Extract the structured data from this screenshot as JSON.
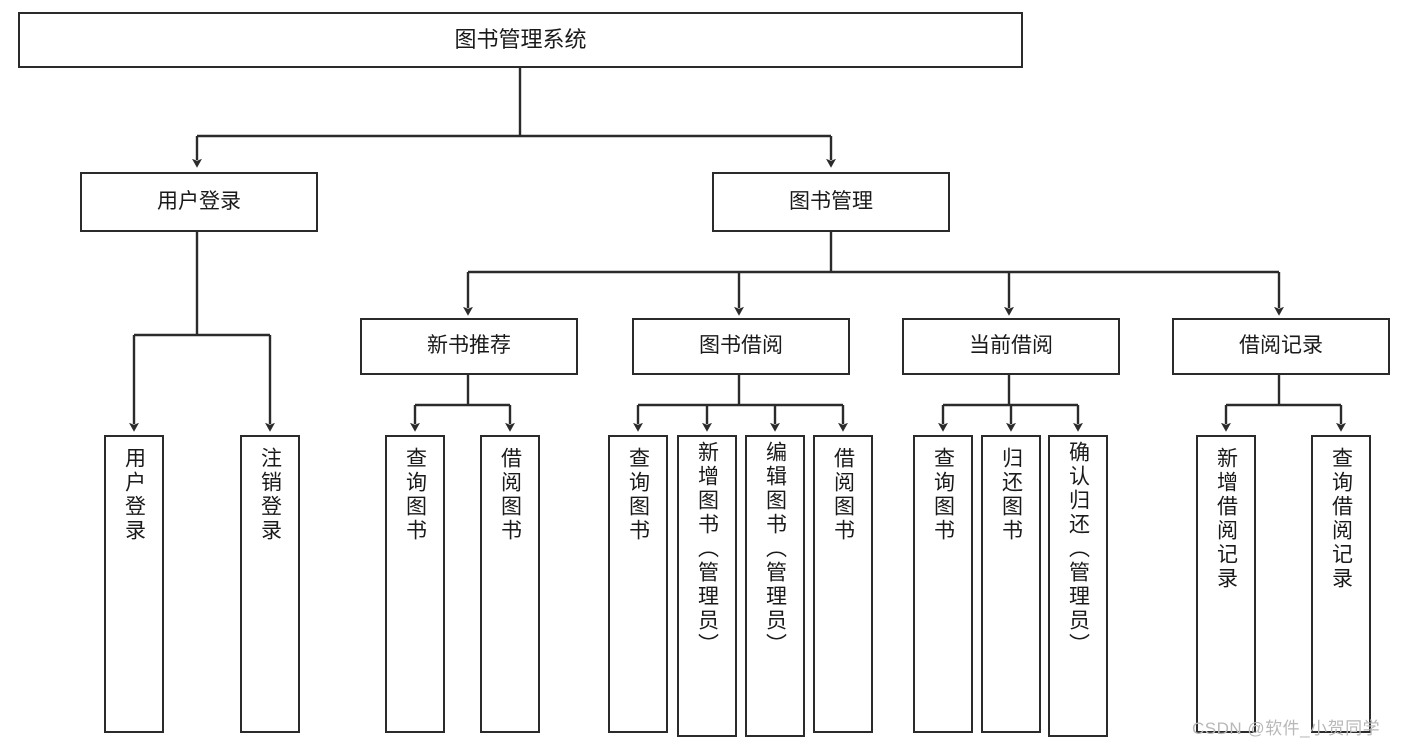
{
  "diagram": {
    "type": "tree-hierarchy",
    "title": "图书管理系统",
    "orientation": "top-down",
    "colors": {
      "stroke": "#2b2b2b",
      "fill": "#ffffff",
      "text": "#1a1a1a",
      "watermark": "#b8b8b8"
    },
    "nodes": {
      "root": {
        "label": "图书管理系统",
        "level": 1
      },
      "level2": [
        {
          "id": "user-login",
          "label": "用户登录"
        },
        {
          "id": "book-manage",
          "label": "图书管理"
        }
      ],
      "level3": [
        {
          "id": "new-book-recommend",
          "label": "新书推荐",
          "parent": "book-manage"
        },
        {
          "id": "book-borrow",
          "label": "图书借阅",
          "parent": "book-manage"
        },
        {
          "id": "current-borrow",
          "label": "当前借阅",
          "parent": "book-manage"
        },
        {
          "id": "borrow-record",
          "label": "借阅记录",
          "parent": "book-manage"
        }
      ],
      "leaves": [
        {
          "id": "leaf-user-login",
          "label": "用户登录",
          "parent": "user-login"
        },
        {
          "id": "leaf-logout-login",
          "label": "注销登录",
          "parent": "user-login"
        },
        {
          "id": "leaf-query-book-1",
          "label": "查询图书",
          "parent": "new-book-recommend"
        },
        {
          "id": "leaf-borrow-book-1",
          "label": "借阅图书",
          "parent": "new-book-recommend"
        },
        {
          "id": "leaf-query-book-2",
          "label": "查询图书",
          "parent": "book-borrow"
        },
        {
          "id": "leaf-add-book",
          "label": "新增图书（管理员）",
          "parent": "book-borrow"
        },
        {
          "id": "leaf-edit-book",
          "label": "编辑图书（管理员）",
          "parent": "book-borrow"
        },
        {
          "id": "leaf-borrow-book-2",
          "label": "借阅图书",
          "parent": "book-borrow"
        },
        {
          "id": "leaf-query-book-3",
          "label": "查询图书",
          "parent": "current-borrow"
        },
        {
          "id": "leaf-return-book",
          "label": "归还图书",
          "parent": "current-borrow"
        },
        {
          "id": "leaf-confirm-return",
          "label": "确认归还（管理员）",
          "parent": "current-borrow"
        },
        {
          "id": "leaf-add-record",
          "label": "新增借阅记录",
          "parent": "borrow-record"
        },
        {
          "id": "leaf-query-record",
          "label": "查询借阅记录",
          "parent": "borrow-record"
        }
      ]
    },
    "watermark": "CSDN @软件_小贺同学"
  }
}
